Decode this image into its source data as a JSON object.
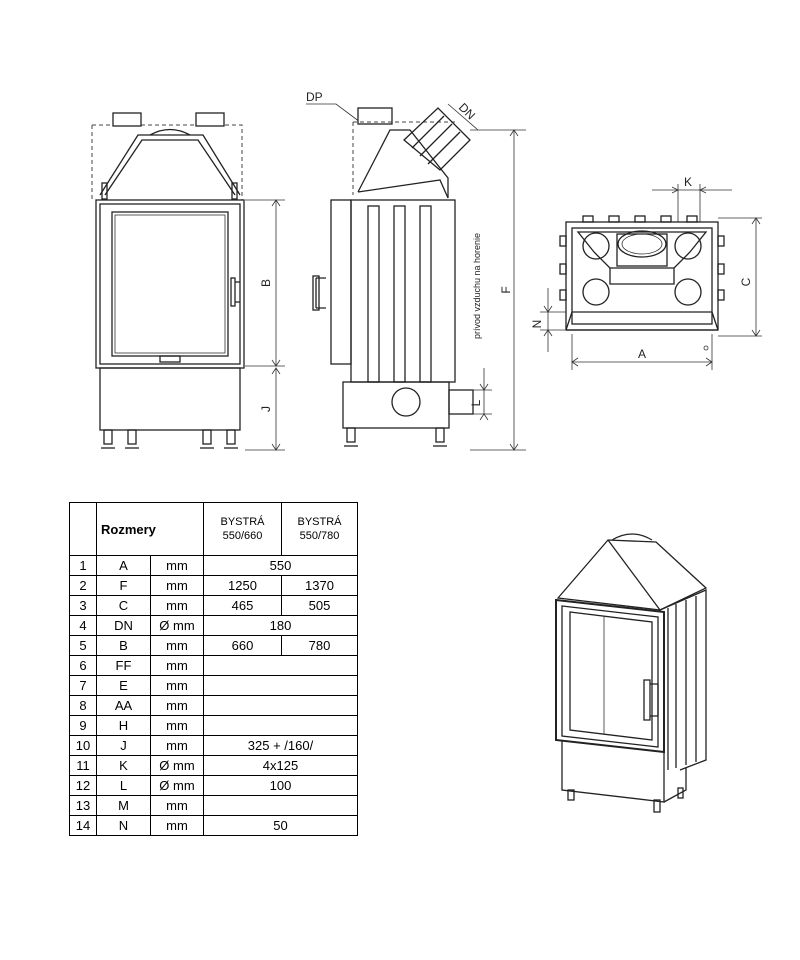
{
  "drawing_labels": {
    "dp": "DP",
    "dn": "DN",
    "k": "K",
    "b": "B",
    "j": "J",
    "f": "F",
    "l": "L",
    "c": "C",
    "n": "N",
    "a": "A",
    "air_supply": "prívod vzduchu na horenie"
  },
  "table": {
    "title": "Rozmery",
    "model1": {
      "line1": "BYSTRÁ",
      "line2": "550/660"
    },
    "model2": {
      "line1": "BYSTRÁ",
      "line2": "550/780"
    },
    "rows": [
      {
        "num": "1",
        "code": "A",
        "unit": "mm",
        "merged": true,
        "value": "550"
      },
      {
        "num": "2",
        "code": "F",
        "unit": "mm",
        "merged": false,
        "v1": "1250",
        "v2": "1370"
      },
      {
        "num": "3",
        "code": "C",
        "unit": "mm",
        "merged": false,
        "v1": "465",
        "v2": "505"
      },
      {
        "num": "4",
        "code": "DN",
        "unit": "Ø mm",
        "merged": true,
        "value": "180"
      },
      {
        "num": "5",
        "code": "B",
        "unit": "mm",
        "merged": false,
        "v1": "660",
        "v2": "780"
      },
      {
        "num": "6",
        "code": "FF",
        "unit": "mm",
        "merged": true,
        "value": ""
      },
      {
        "num": "7",
        "code": "E",
        "unit": "mm",
        "merged": true,
        "value": ""
      },
      {
        "num": "8",
        "code": "AA",
        "unit": "mm",
        "merged": true,
        "value": ""
      },
      {
        "num": "9",
        "code": "H",
        "unit": "mm",
        "merged": true,
        "value": ""
      },
      {
        "num": "10",
        "code": "J",
        "unit": "mm",
        "merged": true,
        "value": "325 + /160/"
      },
      {
        "num": "11",
        "code": "K",
        "unit": "Ø mm",
        "merged": true,
        "value": "4x125"
      },
      {
        "num": "12",
        "code": "L",
        "unit": "Ø mm",
        "merged": true,
        "value": "100"
      },
      {
        "num": "13",
        "code": "M",
        "unit": "mm",
        "merged": true,
        "value": ""
      },
      {
        "num": "14",
        "code": "N",
        "unit": "mm",
        "merged": true,
        "value": "50"
      }
    ]
  }
}
